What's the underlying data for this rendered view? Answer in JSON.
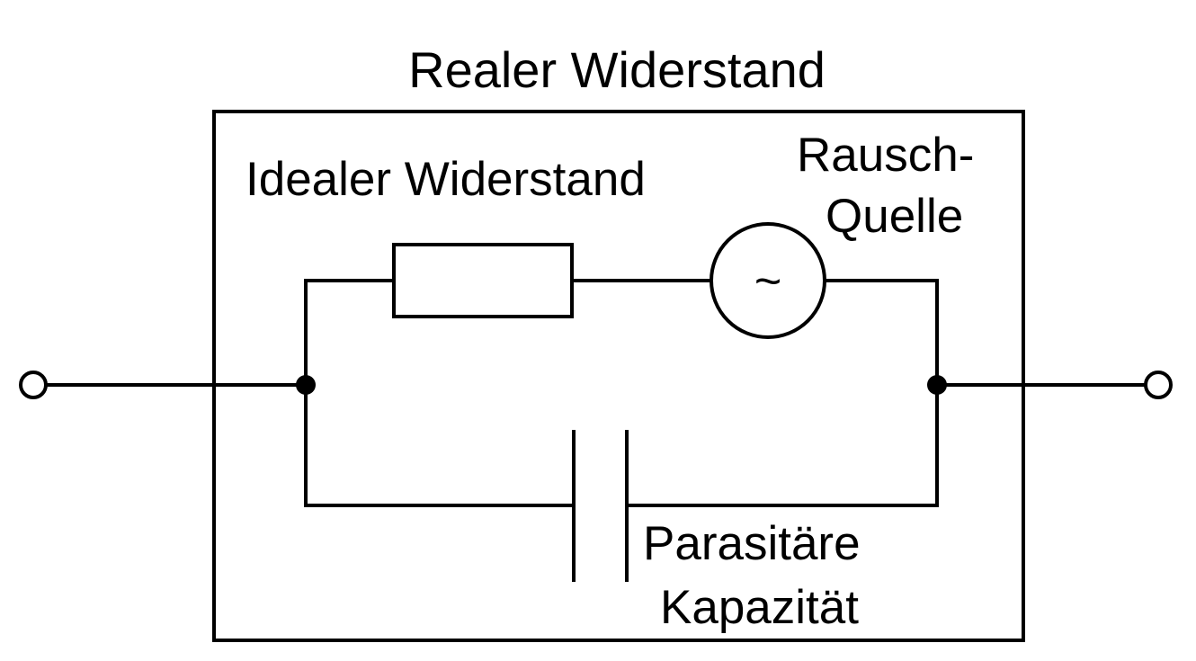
{
  "diagram": {
    "title": "Realer Widerstand",
    "resistor_label": "Idealer Widerstand",
    "noise_source_label_line1": "Rausch-",
    "noise_source_label_line2": "Quelle",
    "noise_symbol": "~",
    "capacitance_label_line1": "Parasitäre",
    "capacitance_label_line2": "Kapazität",
    "colors": {
      "line": "#000000",
      "background": "#ffffff",
      "terminal_fill": "#ffffff",
      "junction_fill": "#000000"
    }
  }
}
